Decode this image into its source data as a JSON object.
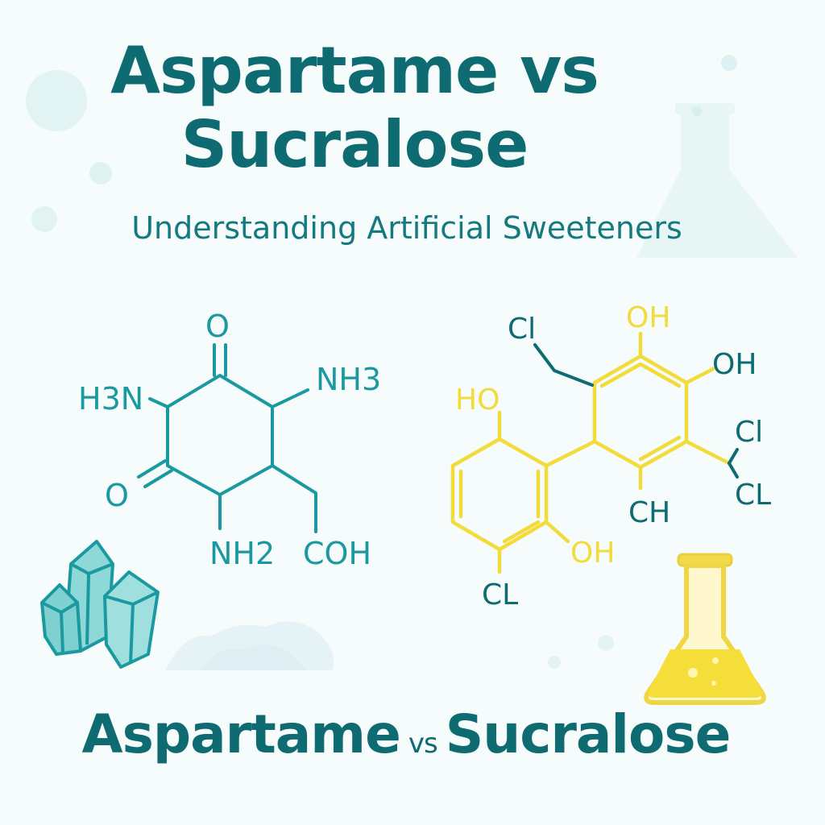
{
  "header": {
    "title_line1": "Aspartame vs",
    "title_line2": "Sucralose",
    "subtitle": "Understanding Artificial Sweeteners"
  },
  "aspartame_structure": {
    "labels": {
      "oxygen_top": "O",
      "left_amine": "H3N",
      "right_amine": "NH3",
      "oxygen_left": "O",
      "bottom_amine": "NH2",
      "acid": "COH"
    },
    "color": "#1a9aa0"
  },
  "sucralose_structure": {
    "labels": {
      "chloro_top": "Cl",
      "hydroxyl_top": "OH",
      "hydroxyl_right": "OH",
      "chloro_right": "Cl",
      "chloro_right_lower": "CL",
      "hydroxyl_left": "HO",
      "carbon_h": "CH",
      "hydroxyl_bottom": "OH",
      "chloro_bottom": "CL"
    },
    "ring_color": "#f2dc3c",
    "label_color": "#0f6b72"
  },
  "footer": {
    "left": "Aspartame",
    "vs": "vs",
    "right": "Sucralose"
  },
  "colors": {
    "teal_dark": "#0f6b72",
    "teal": "#1a9aa0",
    "yellow": "#f2dc3c",
    "background": "#f6fbfb"
  },
  "icons": [
    "crystals-icon",
    "sugar-pile-icon",
    "flask-icon",
    "background-flask-icon"
  ]
}
